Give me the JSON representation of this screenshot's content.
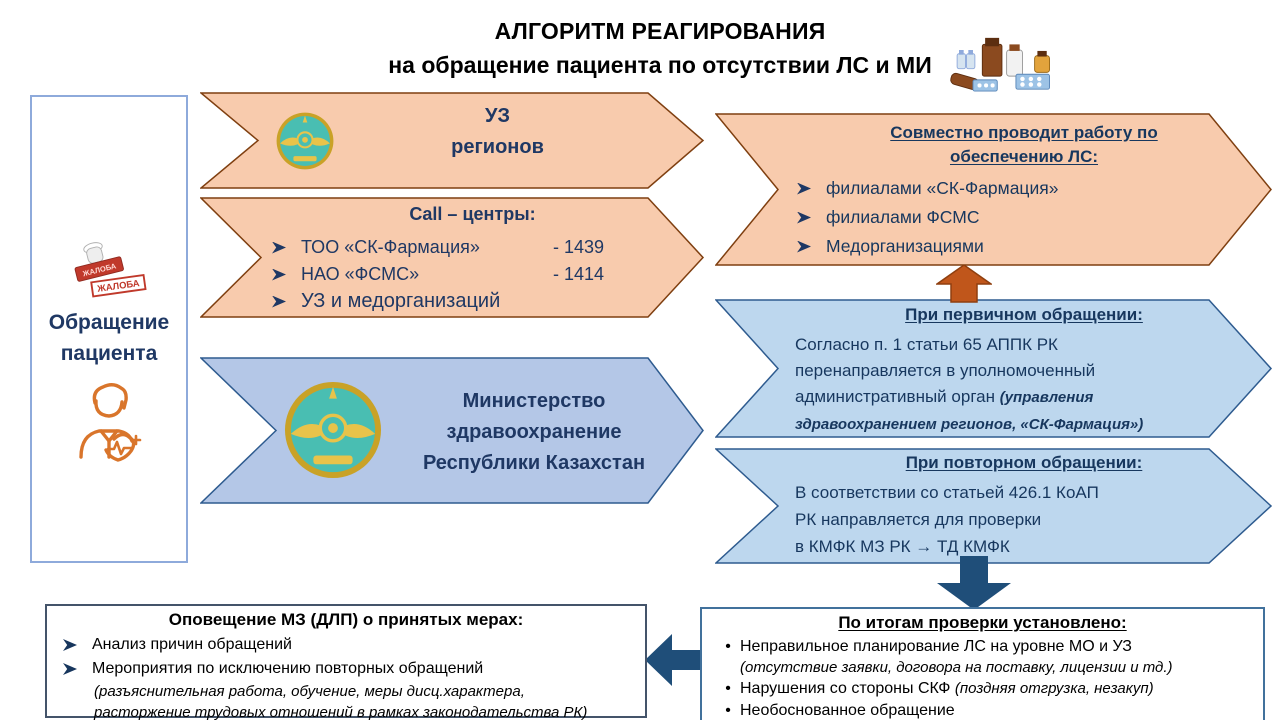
{
  "title": {
    "line1": "АЛГОРИТМ РЕАГИРОВАНИЯ",
    "line2": "на обращение пациента по отсутствии ЛС и МИ"
  },
  "left_panel": {
    "label": "Обращение пациента",
    "stamp_text": "ЖАЛОБА"
  },
  "flow": {
    "uz_regions": {
      "lines": [
        "УЗ",
        "регионов"
      ]
    },
    "call_centers": {
      "title": "Call – центры:",
      "items": [
        {
          "label": "ТОО «СК-Фармация»",
          "value": "- 1439"
        },
        {
          "label": "НАО «ФСМС»",
          "value": "- 1414"
        },
        {
          "label": "УЗ и медорганизаций",
          "value": ""
        }
      ]
    },
    "ministry": {
      "lines": [
        "Министерство",
        "здравоохранение",
        "Республики Казахстан"
      ]
    },
    "joint_work": {
      "title_line1": "Совместно проводит работу по",
      "title_line2": "обеспечению ЛС:",
      "items": [
        "филиалами  «СК-Фармация»",
        "филиалами  ФСМС",
        "Медорганизациями"
      ]
    },
    "primary_appeal": {
      "title": "При первичном обращении:",
      "body": "Согласно п. 1 статьи 65 АППК РК перенаправляется  в уполномоченный административный  орган ",
      "note": "(управления здравоохранением регионов, «СК-Фармация»)"
    },
    "repeat_appeal": {
      "title": "При повторном обращении:",
      "lines": [
        "В соответствии со статьей 426.1 КоАП",
        "РК направляется  для  проверки",
        "в КМФК МЗ РК → ТД КМФК"
      ]
    },
    "check_results": {
      "title": "По итогам проверки установлено:",
      "items": [
        {
          "text": "Неправильное планирование ЛС на уровне МО и УЗ",
          "note": "(отсутствие заявки, договора на поставку, лицензии и тд.)"
        },
        {
          "text": "Нарушения со стороны СКФ",
          "note": "(поздняя отгрузка, незакуп)"
        },
        {
          "text": "Необоснованное обращение",
          "note": ""
        }
      ]
    },
    "notification": {
      "title": "Оповещение МЗ (ДЛП) о принятых мерах:",
      "items": [
        {
          "text": "Анализ причин обращений",
          "note": ""
        },
        {
          "text": "Мероприятия по исключению повторных обращений",
          "note": "(разъяснительная работа, обучение, меры дисц.характера, расторжение трудовых отношений в рамках законодательства РК)"
        }
      ]
    }
  },
  "icons": {
    "header_illustration": "medicines-illustration",
    "patient_icons": [
      "complaint-stamp-icon",
      "doctor-icon"
    ],
    "emblem": "kazakhstan-emblem-icon",
    "bullet": "chevron-arrowhead-bullet",
    "connectors": [
      "up-arrow",
      "down-arrow",
      "left-arrow"
    ]
  },
  "colors": {
    "peach_fill": "#F8CBAD",
    "peach_border": "#7F3F10",
    "blue_fill": "#BDD7EE",
    "ministry_fill": "#B4C7E7",
    "blue_border": "#2E5B8F",
    "navy_text": "#1F3864",
    "orange_connector": "#C0561B",
    "dark_blue_connector": "#1F4E79"
  }
}
